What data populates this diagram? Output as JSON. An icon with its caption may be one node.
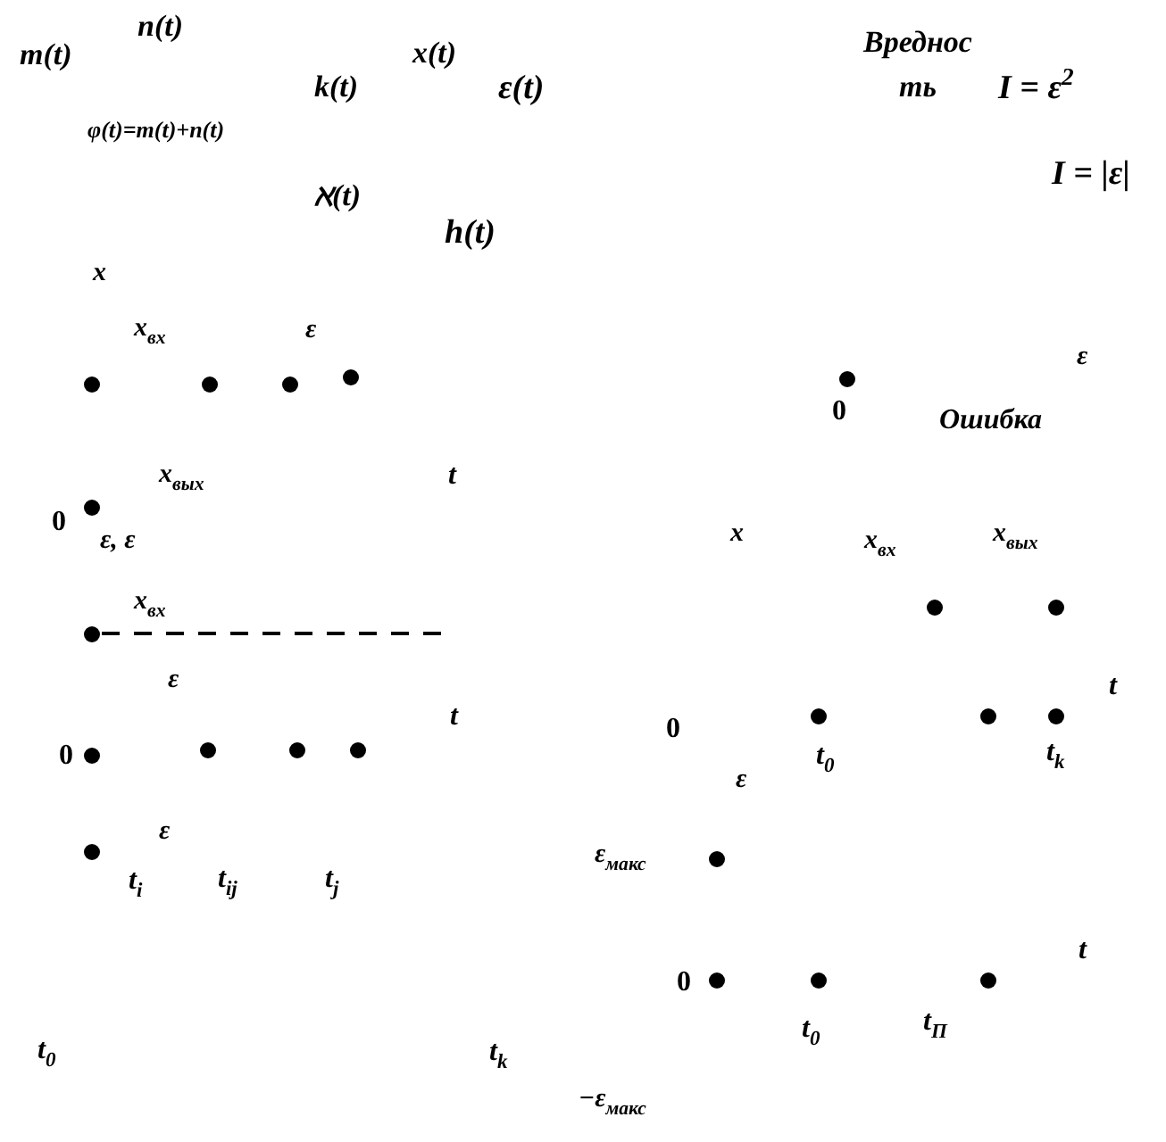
{
  "diagram": {
    "labels": [
      "n(t)",
      "Вредность",
      "m(t)",
      "x(t)",
      "k(t)",
      "ε(t)",
      "I = ε$^{2}$",
      "φ(t)=m(t)+n(t)",
      "I = |ε|",
      "ℵ(t)",
      "h(t)",
      "x",
      "x$_{вх}$",
      "ε",
      "ε",
      "0",
      "Ошибка",
      "x$_{вых}$",
      "t",
      "0",
      "ε, ε",
      "x",
      "x$_{вх}$",
      "x$_{вых}$",
      "x$_{вх}$",
      "ε",
      "t",
      "t",
      "0",
      "0",
      "t$_{0}$",
      "t$_{k}$",
      "ε",
      "ε",
      "ε$_{макс}$",
      "t$_{i}$",
      "t$_{ij}$",
      "t$_{j}$",
      "t",
      "0",
      "t$_{0}$",
      "t$_{П}$",
      "t$_{0}$",
      "t$_{k}$",
      "−ε$_{макс}$"
    ]
  }
}
